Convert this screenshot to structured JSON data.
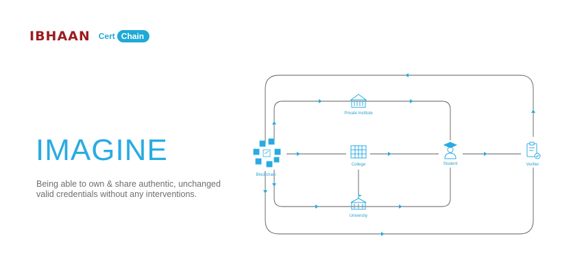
{
  "brand": {
    "name": "IBHAAN",
    "cert": "Cert",
    "chain": "Chain"
  },
  "hero": {
    "title": "IMAGINE",
    "subtitle_line1": "Being able to own & share authentic, unchanged",
    "subtitle_line2": "valid credentials without any interventions."
  },
  "nodes": {
    "blockchain": "Blockchain",
    "private_institute": "Private Institute",
    "college": "College",
    "university": "University",
    "student": "Student",
    "verifier": "Verifier"
  },
  "colors": {
    "brand_red": "#9b1d20",
    "accent_blue": "#29abe2",
    "line_gray": "#5a5a5a",
    "text_gray": "#6d6e71"
  }
}
